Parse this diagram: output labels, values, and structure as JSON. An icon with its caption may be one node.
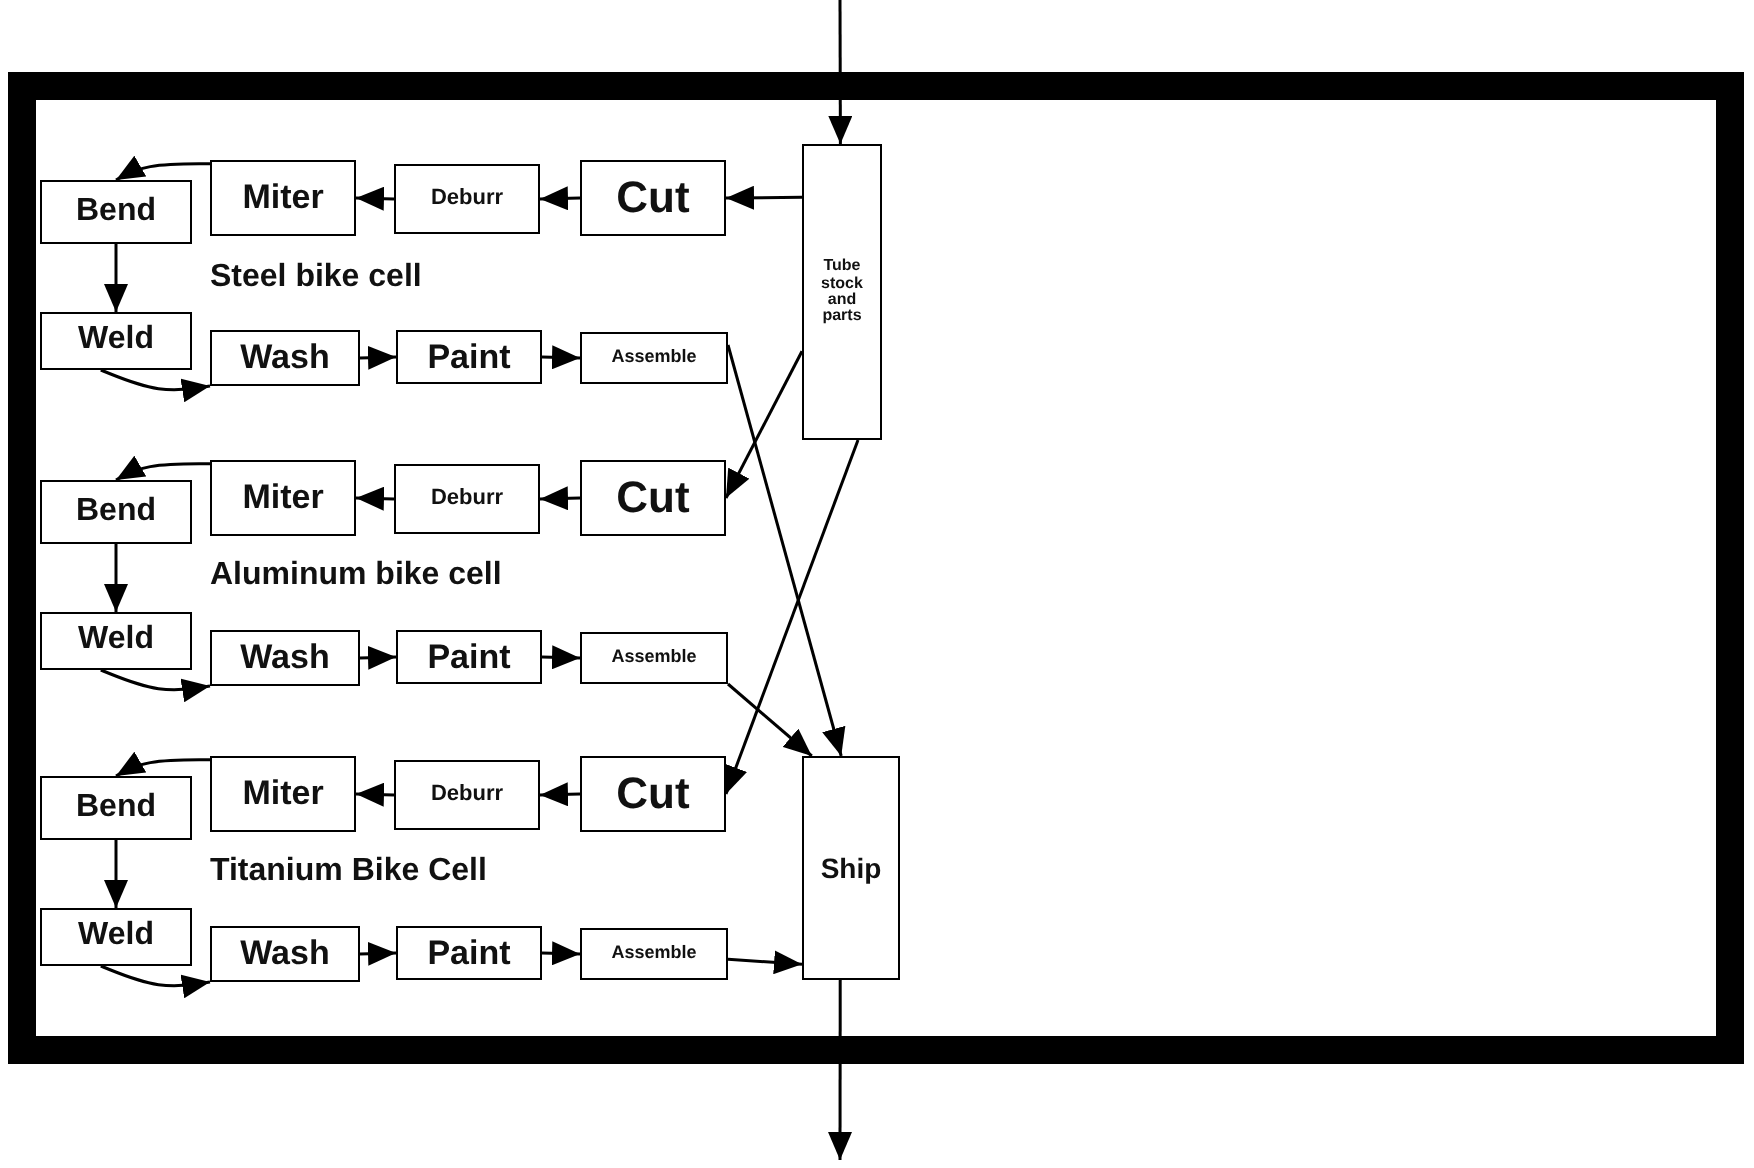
{
  "diagram": {
    "nodes": [
      {
        "text": [],
        "shape": "box"
      },
      {
        "text": [
          "Tube stock and parts"
        ],
        "in": 0
      },
      {
        "text": [
          "Cut"
        ],
        "in": 0
      },
      {
        "text": [
          "Deburr"
        ],
        "in": 0
      },
      {
        "text": [
          "Miter"
        ],
        "in": 0
      },
      {
        "text": [
          "Bend"
        ],
        "in": 0
      },
      {
        "text": [
          "Weld"
        ],
        "in": 0
      },
      {
        "text": [
          "Wash"
        ],
        "in": 0
      },
      {
        "text": [
          "Paint"
        ],
        "in": 0
      },
      {
        "text": [
          "Assemble"
        ],
        "in": 0
      },
      {
        "text": [
          "Cut"
        ],
        "in": 0
      },
      {
        "text": [
          "Deburr"
        ],
        "in": 0
      },
      {
        "text": [
          "Miter"
        ],
        "in": 0
      },
      {
        "text": [
          "Bend"
        ],
        "in": 0
      },
      {
        "text": [
          "Weld"
        ],
        "in": 0
      },
      {
        "text": [
          "Wash"
        ],
        "in": 0
      },
      {
        "text": [
          "Paint"
        ],
        "in": 0
      },
      {
        "text": [
          "Assemble"
        ],
        "in": 0
      },
      {
        "text": [
          "Cut"
        ],
        "in": 0
      },
      {
        "text": [
          "Deburr"
        ],
        "in": 0
      },
      {
        "text": [
          "Miter"
        ],
        "in": 0
      },
      {
        "text": [
          "Bend"
        ],
        "in": 0
      },
      {
        "text": [
          "Weld"
        ],
        "in": 0
      },
      {
        "text": [
          "Wash"
        ],
        "in": 0
      },
      {
        "text": [
          "Paint"
        ],
        "in": 0
      },
      {
        "text": [
          "Assemble"
        ],
        "in": 0
      },
      {
        "text": [
          "Ship"
        ],
        "in": 0
      }
    ],
    "edges": [
      {
        "from": null,
        "to": 1,
        "arrow": "to"
      },
      {
        "from": 1,
        "to": 2,
        "arrow": "to"
      },
      {
        "from": 2,
        "to": 3,
        "arrow": "to"
      },
      {
        "from": 3,
        "to": 4,
        "arrow": "to"
      },
      {
        "from": 4,
        "to": 5,
        "arrow": "to"
      },
      {
        "from": 5,
        "to": 6,
        "arrow": "to"
      },
      {
        "from": 6,
        "to": 7,
        "arrow": "to"
      },
      {
        "from": 7,
        "to": 8,
        "arrow": "to"
      },
      {
        "from": 8,
        "to": 9,
        "arrow": "to"
      },
      {
        "from": 9,
        "to": 26,
        "arrow": "to"
      },
      {
        "from": 1,
        "to": 10,
        "arrow": "to"
      },
      {
        "from": 10,
        "to": 11,
        "arrow": "to"
      },
      {
        "from": 11,
        "to": 12,
        "arrow": "to"
      },
      {
        "from": 12,
        "to": 13,
        "arrow": "to"
      },
      {
        "from": 13,
        "to": 14,
        "arrow": "to"
      },
      {
        "from": 14,
        "to": 15,
        "arrow": "to"
      },
      {
        "from": 15,
        "to": 16,
        "arrow": "to"
      },
      {
        "from": 16,
        "to": 17,
        "arrow": "to"
      },
      {
        "from": 17,
        "to": 26,
        "arrow": "to"
      },
      {
        "from": 1,
        "to": 18,
        "arrow": "to"
      },
      {
        "from": 18,
        "to": 19,
        "arrow": "to"
      },
      {
        "from": 19,
        "to": 20,
        "arrow": "to"
      },
      {
        "from": 20,
        "to": 21,
        "arrow": "to"
      },
      {
        "from": 21,
        "to": 22,
        "arrow": "to"
      },
      {
        "from": 22,
        "to": 23,
        "arrow": "to"
      },
      {
        "from": 23,
        "to": 24,
        "arrow": "to"
      },
      {
        "from": 24,
        "to": 25,
        "arrow": "to"
      },
      {
        "from": 25,
        "to": 26,
        "arrow": "to"
      },
      {
        "from": 26,
        "to": null,
        "arrow": "to"
      }
    ],
    "labels": [
      "Steel bike cell",
      "Aluminum bike cell",
      "Titanium Bike Cell"
    ]
  }
}
